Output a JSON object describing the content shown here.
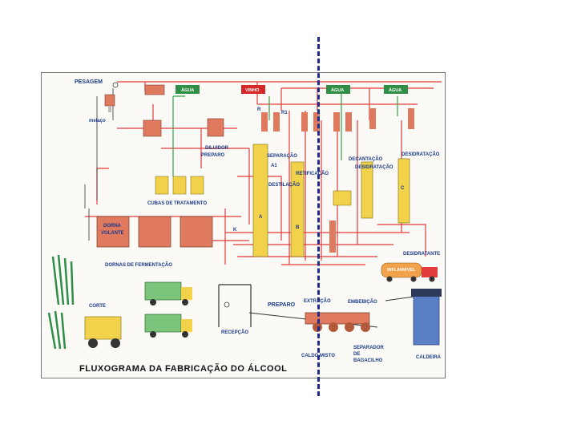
{
  "labels": {
    "pesagem": "PESAGEM",
    "melaco": "melaço",
    "agua1": "ÁGUA",
    "vinho": "VINHO",
    "agua2": "ÁGUA",
    "agua3": "ÁGUA",
    "r": "R",
    "r1": "R1",
    "diluidor": "DILUIDOR",
    "preparo_top": "PREPARO",
    "separacao": "SEPARAÇÃO",
    "a1": "A1",
    "destilacao": "DESTILAÇÃO",
    "retificacao": "RETIFICAÇÃO",
    "decantacao": "DECANTAÇÃO",
    "desidratacao": "DESIDRATAÇÃO",
    "desidratacao_short": "DESIDRATAÇÃO",
    "cubas": "CUBAS DE TRATAMENTO",
    "dorna_volante_1": "DORNA",
    "dorna_volante_2": "VOLANTE",
    "k": "K",
    "a": "A",
    "b": "B",
    "c": "C",
    "desidratante": "DESIDRATANTE",
    "inflamavel": "INFLAMÁVEL",
    "dornas": "DORNAS DE FERMENTAÇÃO",
    "corte": "CORTE",
    "preparo": "PREPARO",
    "extracao": "EXTRAÇÃO",
    "embebicao": "EMBEBIÇÃO",
    "recepcao": "RECEPÇÃO",
    "caldo_misto": "CALDO MISTO",
    "separador_1": "SEPARADOR",
    "separador_2": "DE",
    "separador_3": "BAGACILHO",
    "caldeira": "CALDEIRA",
    "title": "FLUXOGRAMA DA FABRICAÇÃO DO ÁLCOOL"
  },
  "colors": {
    "vessel": "#e07a5f",
    "column": "#f2d24b",
    "pipe_red": "#e23b3b",
    "pipe_green": "#2fa34a",
    "tag_green": "#2f8f46",
    "tag_red": "#d62828",
    "text_blue": "#1a3a8a",
    "divider": "#1f2a8c"
  }
}
